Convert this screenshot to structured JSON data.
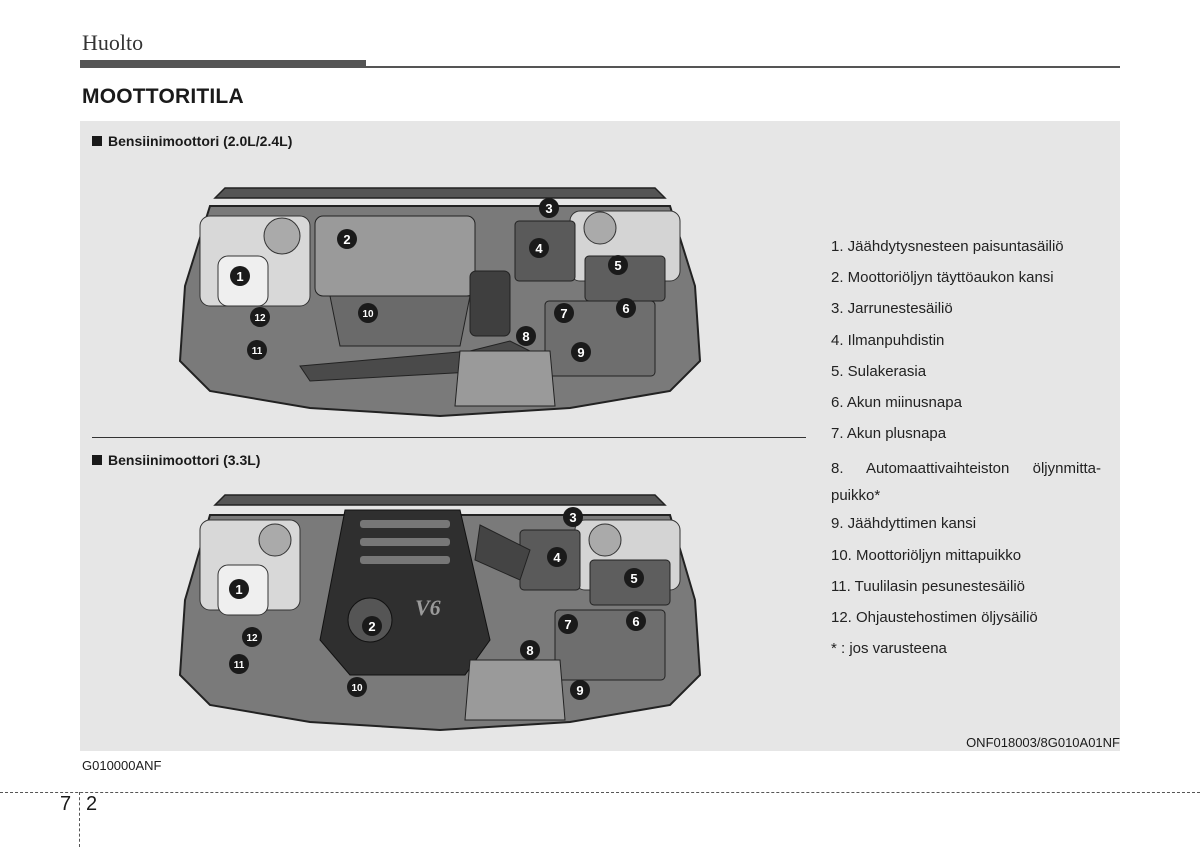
{
  "header": {
    "section": "Huolto",
    "heading": "MOOTTORITILA"
  },
  "figure": {
    "engine1_title": "Bensiinimoottori (2.0L/2.4L)",
    "engine2_title": "Bensiinimoottori (3.3L)",
    "engine_cover_text": "V6",
    "callouts": [
      "1",
      "2",
      "3",
      "4",
      "5",
      "6",
      "7",
      "8",
      "9",
      "10",
      "11",
      "12"
    ],
    "legend": [
      "1. Jäähdytysnesteen paisuntasäiliö",
      "2. Moottoriöljyn täyttöaukon kansi",
      "3. Jarrunestesäiliö",
      "4. Ilmanpuhdistin",
      "5. Sulakerasia",
      "6. Akun miinusnapa",
      "7. Akun plusnapa",
      "8. Automaattivaihteiston öljynmitta-puikko*",
      "9. Jäähdyttimen kansi",
      "10. Moottoriöljyn mittapuikko",
      "11. Tuulilasin pesunestesäiliö",
      "12. Ohjaustehostimen öljysäiliö"
    ],
    "note": "* : jos varusteena",
    "figure_code": "ONF018003/8G010A01NF"
  },
  "footer": {
    "doc_code": "G010000ANF",
    "chapter": "7",
    "page": "2"
  }
}
